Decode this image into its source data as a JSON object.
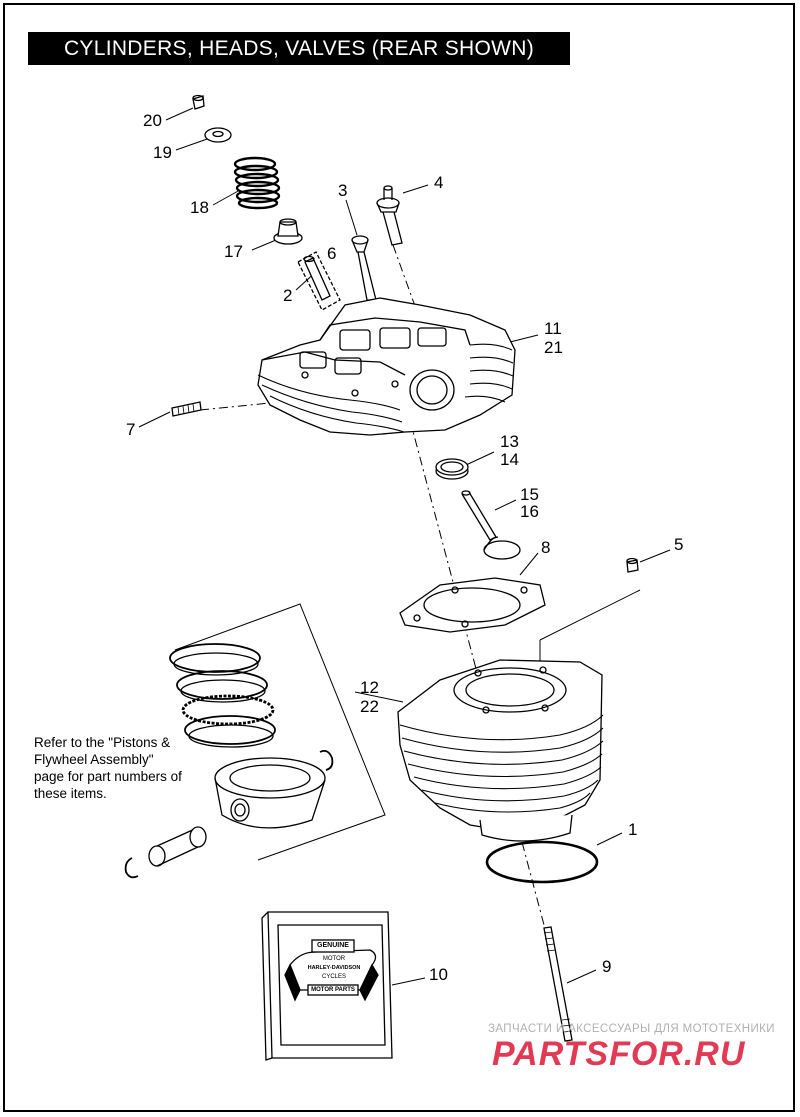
{
  "title": "CYLINDERS, HEADS, VALVES (REAR SHOWN)",
  "callouts": {
    "n1": "1",
    "n2": "2",
    "n3": "3",
    "n4": "4",
    "n5": "5",
    "n6": "6",
    "n7": "7",
    "n8": "8",
    "n9": "9",
    "n10": "10",
    "n11": "11",
    "n12": "12",
    "n13": "13",
    "n14": "14",
    "n15": "15",
    "n16": "16",
    "n17": "17",
    "n18": "18",
    "n19": "19",
    "n20": "20",
    "n21": "21",
    "n22": "22"
  },
  "note_lines": [
    "Refer to the \"Pistons &",
    "Flywheel Assembly\"",
    "page for part numbers of",
    "these items."
  ],
  "box_logo": {
    "line1": "GENUINE",
    "line2": "MOTOR",
    "line3": "HARLEY-DAVIDSON",
    "line4": "CYCLES",
    "line5": "MOTOR PARTS"
  },
  "watermark": {
    "subtitle": "ЗАПЧАСТИ И АКСЕССУАРЫ ДЛЯ МОТОТЕХНИКИ",
    "site": "PARTSFOR.RU"
  }
}
